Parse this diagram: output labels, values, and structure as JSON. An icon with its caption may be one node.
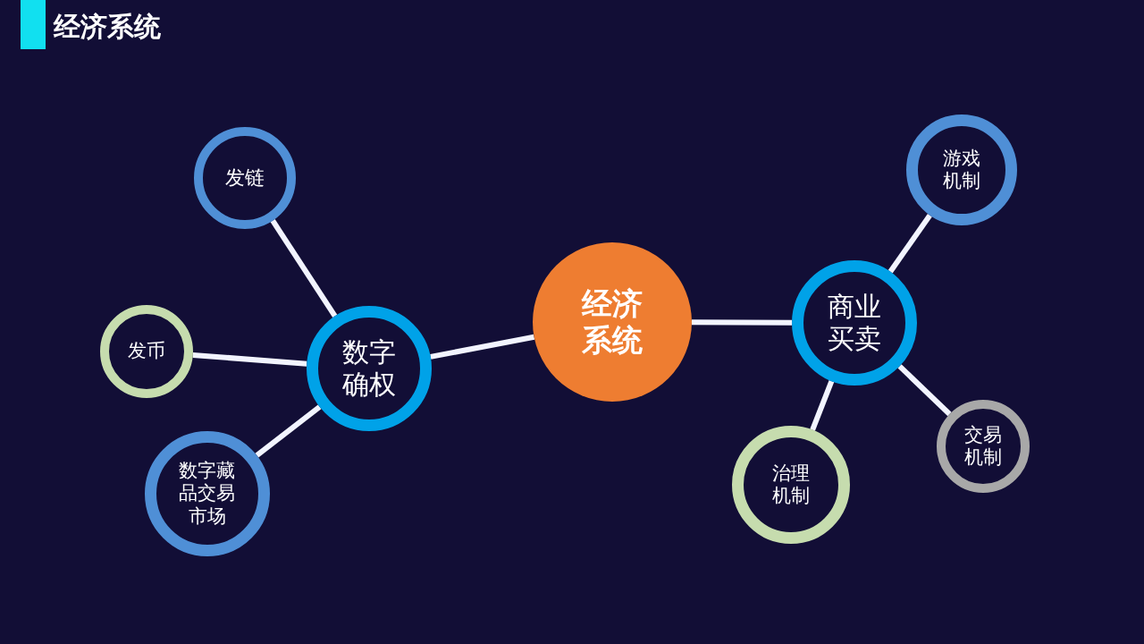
{
  "diagram": {
    "title": "经济系统",
    "nodes": [
      {
        "text": [
          "经济系统"
        ]
      },
      {
        "text": [
          "数字确权"
        ]
      },
      {
        "text": [
          "商业买卖"
        ]
      },
      {
        "text": [
          "发链"
        ]
      },
      {
        "text": [
          "发币"
        ]
      },
      {
        "text": [
          "数字藏品交易市场"
        ]
      },
      {
        "text": [
          "游戏机制"
        ]
      },
      {
        "text": [
          "治理机制"
        ]
      },
      {
        "text": [
          "交易机制"
        ]
      }
    ],
    "edges": [
      {
        "from": 0,
        "to": 1,
        "arrow": "none"
      },
      {
        "from": 0,
        "to": 2,
        "arrow": "none"
      },
      {
        "from": 1,
        "to": 3,
        "arrow": "none"
      },
      {
        "from": 1,
        "to": 4,
        "arrow": "none"
      },
      {
        "from": 1,
        "to": 5,
        "arrow": "none"
      },
      {
        "from": 2,
        "to": 6,
        "arrow": "none"
      },
      {
        "from": 2,
        "to": 7,
        "arrow": "none"
      },
      {
        "from": 2,
        "to": 8,
        "arrow": "none"
      }
    ]
  }
}
